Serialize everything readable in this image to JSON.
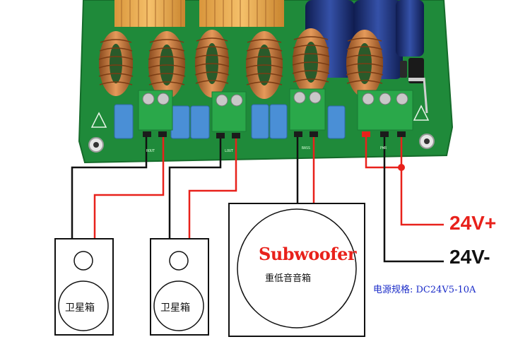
{
  "power": {
    "positive_label": "24V+",
    "negative_label": "24V-",
    "spec_label": "电源规格: DC24V5-10A"
  },
  "subwoofer": {
    "title": "Subwoofer",
    "subtitle": "重低音音箱"
  },
  "satellites": [
    {
      "label": "卫星箱"
    },
    {
      "label": "卫星箱"
    }
  ],
  "board": {
    "terminal_labels": [
      "ROUT",
      "LOUT",
      "BASS",
      "PWR"
    ]
  },
  "colors": {
    "wire_red": "#e8211b",
    "wire_black": "#111111",
    "pcb_green": "#1f8a3a",
    "terminal_green": "#2aa84a",
    "copper": "#c9743a",
    "capacitor_blue": "#4a8fd6",
    "electrolytic_navy": "#1b2a6b"
  }
}
